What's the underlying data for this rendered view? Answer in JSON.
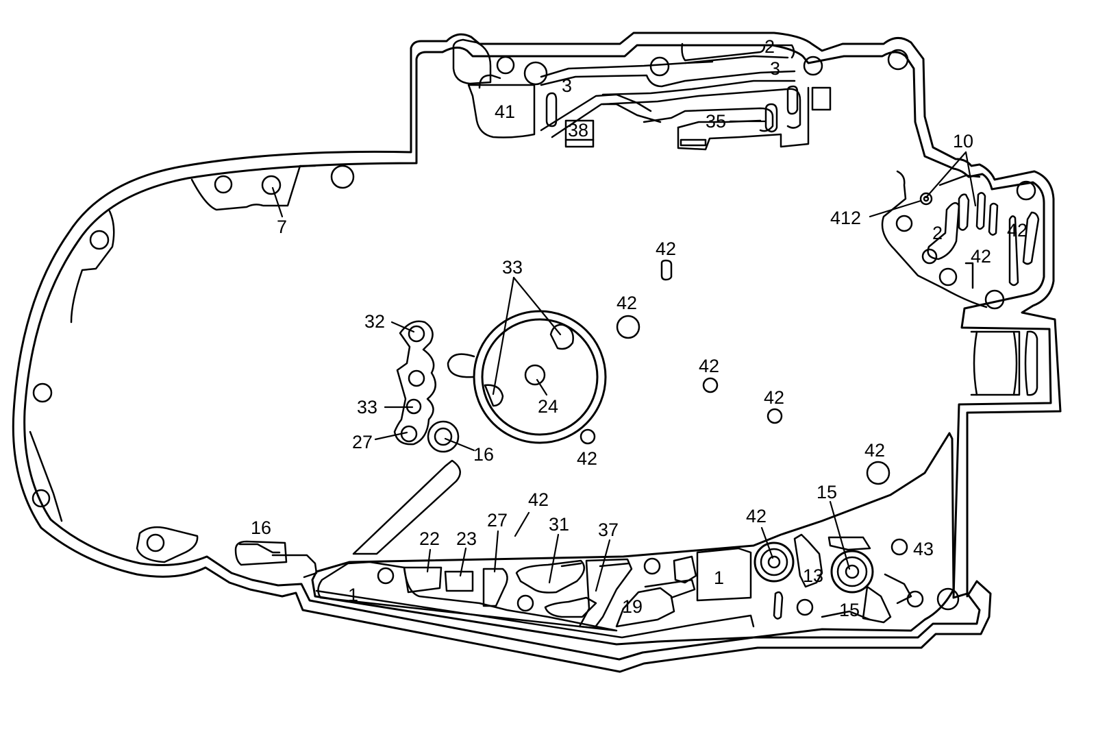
{
  "labels": {
    "l_2a": "2",
    "l_3a": "3",
    "l_3b": "3",
    "l_41": "41",
    "l_38": "38",
    "l_35": "35",
    "l_10": "10",
    "l_412": "412",
    "l_2b": "2",
    "l_42_r1": "42",
    "l_42_r2": "42",
    "l_7": "7",
    "l_42_a": "42",
    "l_33_top": "33",
    "l_42_b": "42",
    "l_32": "32",
    "l_42_c": "42",
    "l_42_d": "42",
    "l_24": "24",
    "l_33_left": "33",
    "l_27_left": "27",
    "l_16_mid": "16",
    "l_42_e": "42",
    "l_42_f": "42",
    "l_42_g": "42",
    "l_27_bot": "27",
    "l_42_h": "42",
    "l_15_top": "15",
    "l_16_bot": "16",
    "l_22": "22",
    "l_23": "23",
    "l_31": "31",
    "l_37": "37",
    "l_43": "43",
    "l_13": "13",
    "l_1_left": "1",
    "l_1_right": "1",
    "l_19": "19",
    "l_15_bot": "15"
  }
}
